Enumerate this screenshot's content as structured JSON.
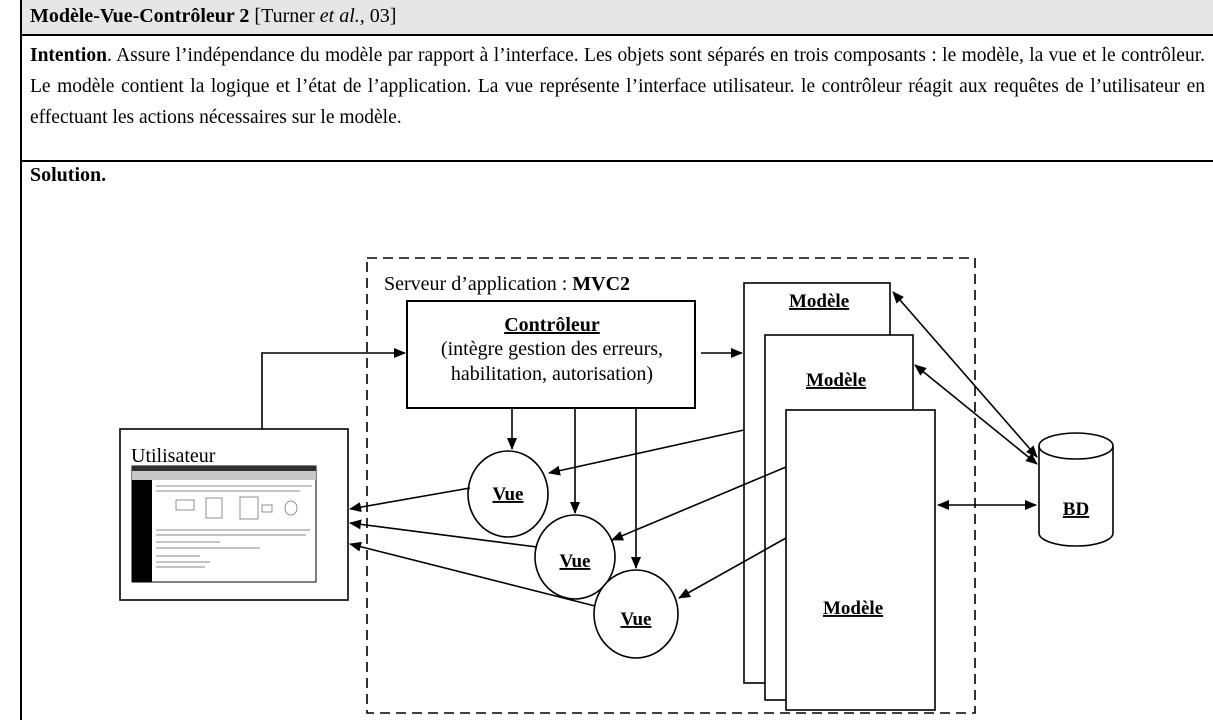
{
  "header": {
    "title": "Modèle-Vue-Contrôleur 2",
    "citation_prefix": " [Turner ",
    "citation_italic": "et al.",
    "citation_suffix": ", 03]"
  },
  "intention": {
    "label": "Intention",
    "text": ". Assure l’indépendance du modèle par rapport à l’interface. Les objets sont séparés en trois composants : le modèle, la vue et le contrôleur. Le modèle contient la logique et l’état de l’application. La vue représente l’interface utilisateur. le contrôleur réagit aux requêtes de l’utilisateur en effectuant les actions nécessaires sur le modèle."
  },
  "solution": {
    "label": "Solution."
  },
  "diagram": {
    "server_label_prefix": "Serveur d’application : ",
    "server_label_bold": "MVC2",
    "controller_title": "Contrôleur",
    "controller_line1": "(intègre gestion des erreurs,",
    "controller_line2": "habilitation, autorisation)",
    "model_label_1": "Modèle",
    "model_label_2": "Modèle",
    "model_label_3": "Modèle",
    "view_label_1": "Vue",
    "view_label_2": "Vue",
    "view_label_3": "Vue",
    "user_label": "Utilisateur",
    "db_label": "BD"
  }
}
